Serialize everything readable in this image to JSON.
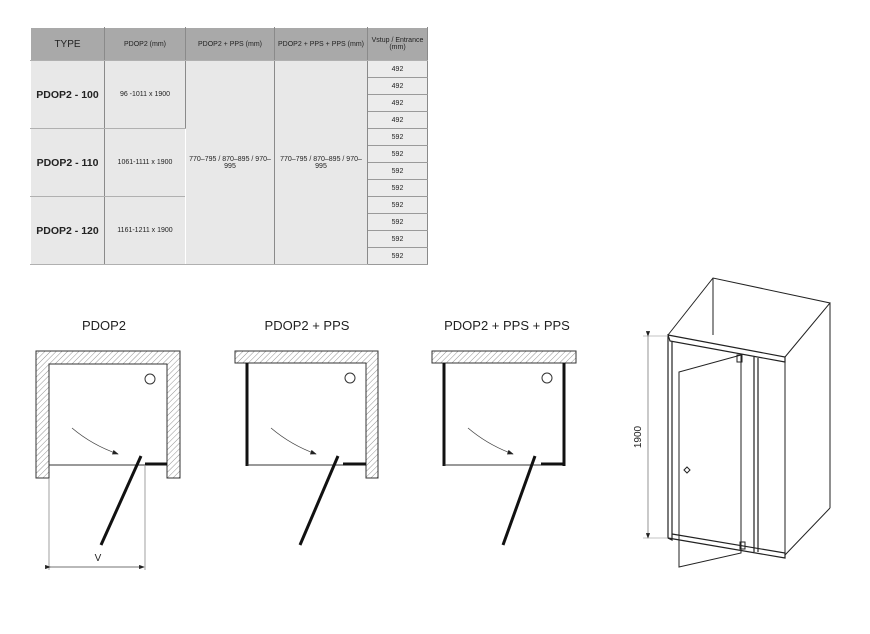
{
  "table": {
    "headers": [
      "TYPE",
      "PDOP2 (mm)",
      "PDOP2 + PPS (mm)",
      "PDOP2 + PPS + PPS (mm)",
      "Vstup / Entrance (mm)"
    ],
    "rows": [
      {
        "type": "PDOP2 - 100",
        "pdop2": "96 -1011 x 1900",
        "entrance": [
          "492",
          "492",
          "492",
          "492"
        ]
      },
      {
        "type": "PDOP2 - 110",
        "pdop2": "1061-1111 x 1900",
        "entrance": [
          "592",
          "592",
          "592",
          "592"
        ]
      },
      {
        "type": "PDOP2 - 120",
        "pdop2": "1161-1211 x 1900",
        "entrance": [
          "592",
          "592",
          "592",
          "592"
        ]
      }
    ],
    "pps_range": "770–795 / 870–895 / 970–995",
    "pps_pps_range": "770–795 / 870–895 / 970–995"
  },
  "diagrams": {
    "d1_title": "PDOP2",
    "d1_dim_label": "V",
    "d2_title": "PDOP2 + PPS",
    "d3_title": "PDOP2 + PPS + PPS",
    "iso_height_label": "1900"
  }
}
